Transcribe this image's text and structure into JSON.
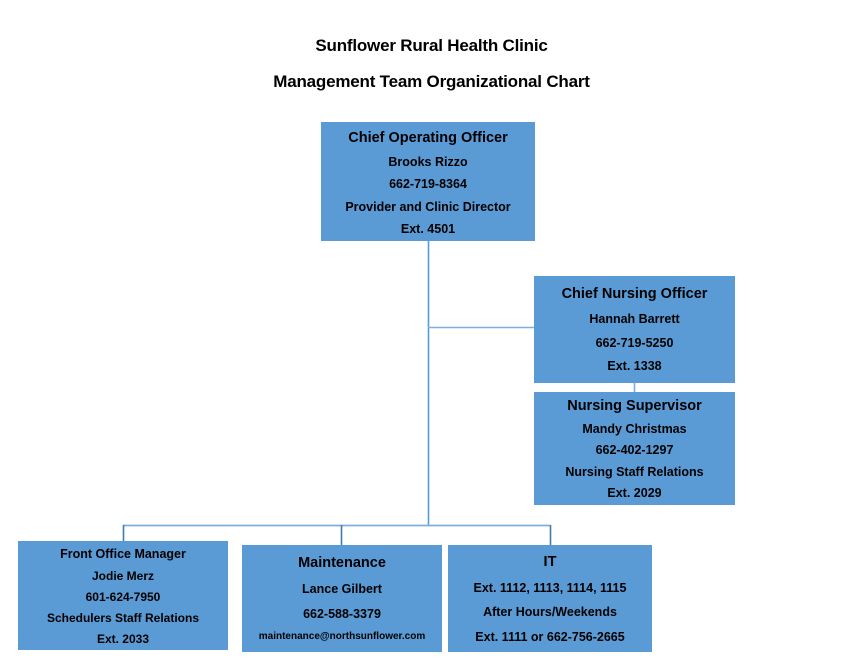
{
  "header": {
    "title": "Sunflower Rural Health Clinic",
    "subtitle": "Management Team Organizational Chart"
  },
  "theme": {
    "box_fill": "#5B9BD5",
    "connector_color": "#5B9BD5",
    "text_color": "#000000",
    "background": "#FFFFFF"
  },
  "chart_data": {
    "type": "diagram",
    "diagram_kind": "organizational-chart",
    "title": "Sunflower Rural Health Clinic",
    "subtitle": "Management Team Organizational Chart",
    "nodes": [
      {
        "id": "coo",
        "title": "Chief Operating Officer",
        "name": "Brooks Rizzo",
        "phone": "662-719-8364",
        "role_note": "Provider and Clinic Director",
        "extension": "Ext. 4501"
      },
      {
        "id": "cno",
        "title": "Chief Nursing Officer",
        "name": "Hannah Barrett",
        "phone": "662-719-5250",
        "extension": "Ext. 1338"
      },
      {
        "id": "nursing-supervisor",
        "title": "Nursing Supervisor",
        "name": "Mandy Christmas",
        "phone": "662-402-1297",
        "role_note": "Nursing Staff Relations",
        "extension": "Ext. 2029"
      },
      {
        "id": "front-office",
        "title": "Front Office Manager",
        "name": "Jodie Merz",
        "phone": "601-624-7950",
        "role_note": "Schedulers Staff Relations",
        "extension": "Ext. 2033"
      },
      {
        "id": "maintenance",
        "title": "Maintenance",
        "name": "Lance Gilbert",
        "phone": "662-588-3379",
        "email": "maintenance@northsunflower.com"
      },
      {
        "id": "it",
        "title": "IT",
        "extensions": "Ext. 1112, 1113, 1114, 1115",
        "after_hours_label": "After Hours/Weekends",
        "after_hours_contact": "Ext. 1111 or 662-756-2665"
      }
    ],
    "edges": [
      {
        "from": "coo",
        "to": "cno"
      },
      {
        "from": "cno",
        "to": "nursing-supervisor"
      },
      {
        "from": "coo",
        "to": "front-office"
      },
      {
        "from": "coo",
        "to": "maintenance"
      },
      {
        "from": "coo",
        "to": "it"
      }
    ]
  },
  "boxes": {
    "coo": {
      "title": "Chief Operating Officer",
      "name": "Brooks Rizzo",
      "phone": "662-719-8364",
      "role_note": "Provider and Clinic Director",
      "extension": "Ext. 4501"
    },
    "cno": {
      "title": "Chief Nursing Officer",
      "name": "Hannah Barrett",
      "phone": "662-719-5250",
      "extension": "Ext. 1338"
    },
    "nursing_supervisor": {
      "title": "Nursing Supervisor",
      "name": "Mandy Christmas",
      "phone": "662-402-1297",
      "role_note": "Nursing Staff Relations",
      "extension": "Ext. 2029"
    },
    "front_office": {
      "title": "Front Office Manager",
      "name": "Jodie Merz",
      "phone": "601-624-7950",
      "role_note": "Schedulers Staff Relations",
      "extension": "Ext. 2033"
    },
    "maintenance": {
      "title": "Maintenance",
      "name": "Lance Gilbert",
      "phone": "662-588-3379",
      "email": "maintenance@northsunflower.com"
    },
    "it": {
      "title": "IT",
      "extensions": "Ext. 1112, 1113, 1114, 1115",
      "after_hours_label": "After Hours/Weekends",
      "after_hours_contact": "Ext. 1111 or 662-756-2665"
    }
  }
}
